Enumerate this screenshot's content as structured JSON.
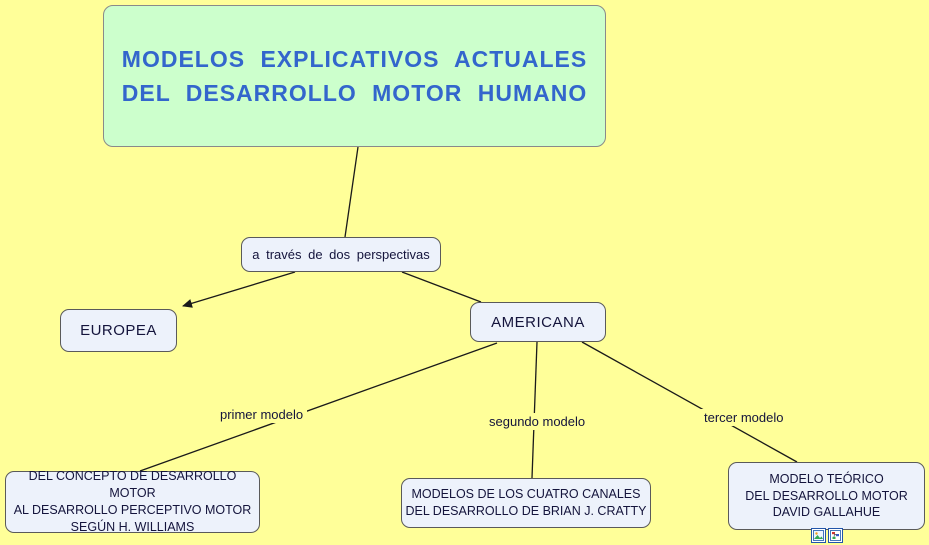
{
  "canvas": {
    "background_color": "#FFFF99"
  },
  "nodes": {
    "title": {
      "line1": "MODELOS EXPLICATIVOS ACTUALES",
      "line2": "DEL DESARROLLO MOTOR HUMANO",
      "bg_color": "#CCFFCC",
      "text_color": "#3366CC"
    },
    "perspectives": {
      "label": "a través de dos perspectivas",
      "bg_color": "#EDF2FB"
    },
    "europea": {
      "label": "EUROPEA",
      "bg_color": "#EDF2FB"
    },
    "americana": {
      "label": "AMERICANA",
      "bg_color": "#EDF2FB"
    },
    "williams": {
      "line1": "DEL CONCEPTO DE DESARROLLO MOTOR",
      "line2": "AL DESARROLLO PERCEPTIVO MOTOR",
      "line3": "SEGÚN H. WILLIAMS",
      "bg_color": "#EDF2FB"
    },
    "cratty": {
      "line1": "MODELOS DE LOS CUATRO CANALES",
      "line2": "DEL DESARROLLO DE BRIAN J. CRATTY",
      "bg_color": "#EDF2FB"
    },
    "gallahue": {
      "line1": "MODELO TEÓRICO",
      "line2": "DEL DESARROLLO MOTOR",
      "line3": "DAVID GALLAHUE",
      "bg_color": "#EDF2FB"
    }
  },
  "link_labels": {
    "primer": "primer modelo",
    "segundo": "segundo modelo",
    "tercer": "tercer modelo"
  },
  "icons": {
    "image_resource": "image-resource-icon",
    "cmap_resource": "cmap-resource-icon"
  }
}
